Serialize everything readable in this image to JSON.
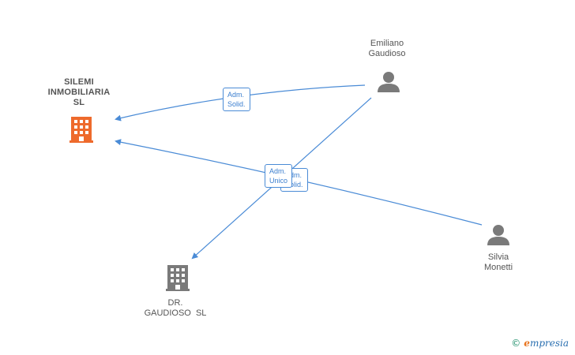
{
  "colors": {
    "edge": "#4a8bd6",
    "company_main": "#ee6a2c",
    "company_other": "#7a7a7a",
    "person": "#7a7a7a"
  },
  "nodes": {
    "silemi": {
      "label_lines": [
        "SILEMI",
        "INMOBILIARIA",
        "SL"
      ],
      "icon": "building-icon"
    },
    "gaudioso_sl": {
      "label_lines": [
        "DR.",
        "GAUDIOSO  SL"
      ],
      "icon": "building-icon"
    },
    "emiliano": {
      "label_lines": [
        "Emiliano",
        "Gaudioso"
      ],
      "icon": "person-icon"
    },
    "silvia": {
      "label_lines": [
        "Silvia",
        "Monetti"
      ],
      "icon": "person-icon"
    }
  },
  "edges": [
    {
      "from": "emiliano",
      "to": "silemi",
      "label": "Adm.\nSolid."
    },
    {
      "from": "silvia",
      "to": "silemi",
      "label": "Adm.\nSolid."
    },
    {
      "from": "emiliano",
      "to": "gaudioso_sl",
      "label": "Adm.\nUnico"
    }
  ],
  "branding": {
    "copyright": "©",
    "brand_first": "e",
    "brand_rest": "mpresia"
  }
}
